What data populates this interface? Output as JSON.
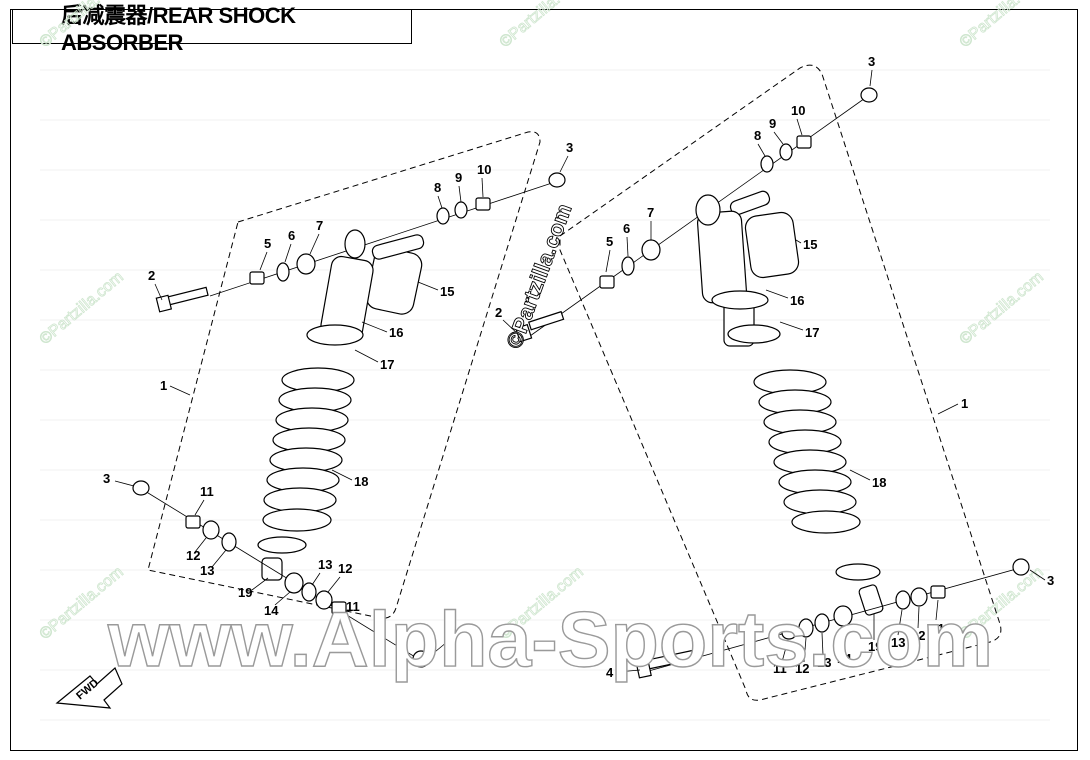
{
  "title": "后减震器/REAR SHOCK ABSORBER",
  "watermarks": {
    "small": "©Partzilla.com",
    "overlay": "©Partzilla.com",
    "site": "www.Alpha-Sports.com"
  },
  "fwd_label": "FWD",
  "left_callouts": [
    "1",
    "2",
    "3",
    "3",
    "4",
    "5",
    "6",
    "7",
    "8",
    "9",
    "10",
    "11",
    "11",
    "12",
    "12",
    "13",
    "13",
    "14",
    "15",
    "16",
    "17",
    "18",
    "19"
  ],
  "right_callouts": [
    "1",
    "2",
    "3",
    "3",
    "4",
    "5",
    "6",
    "7",
    "8",
    "9",
    "10",
    "11",
    "11",
    "12",
    "12",
    "13",
    "13",
    "14",
    "15",
    "16",
    "17",
    "18",
    "19"
  ],
  "colors": {
    "line": "#000000",
    "watermark": "#cfe6cf",
    "site_outline": "#9a9a9a"
  }
}
